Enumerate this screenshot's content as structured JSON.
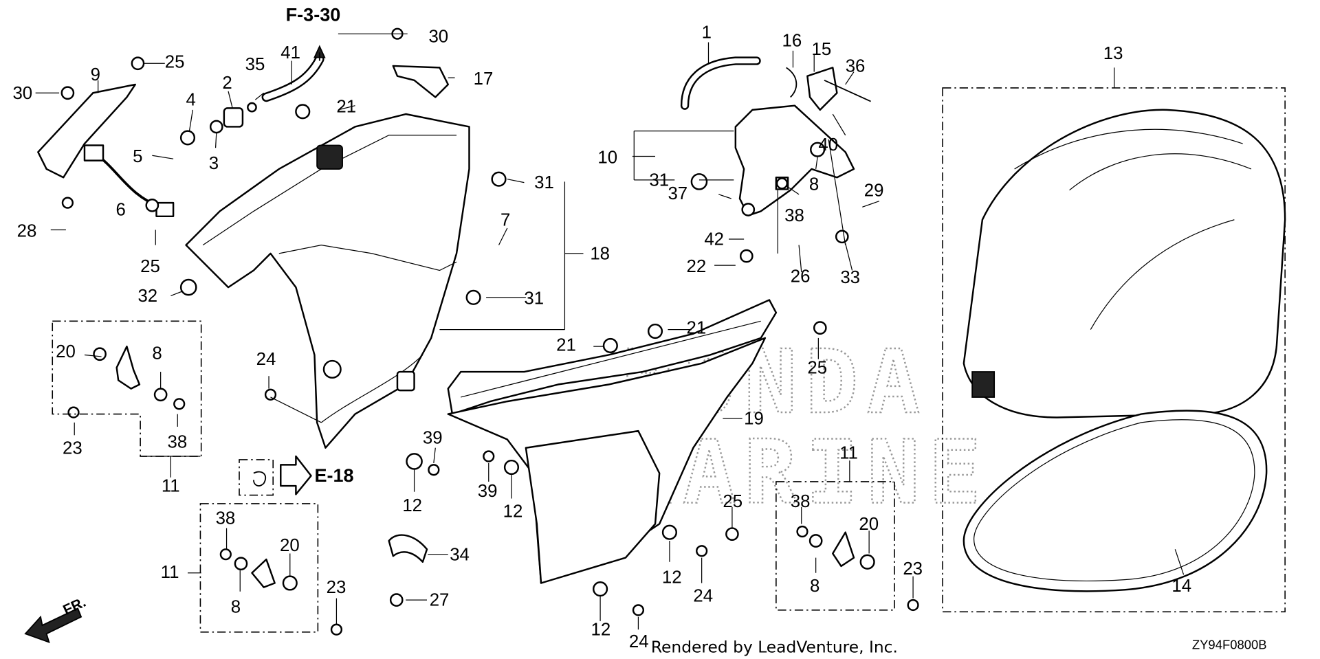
{
  "diagram": {
    "watermark": "HONDA MARINE",
    "credit": "Rendered by LeadVenture, Inc.",
    "diagram_code": "ZY94F0800B",
    "direction_label": "FR.",
    "refs": {
      "top": "F-3-30",
      "side": "E-18"
    },
    "callouts": [
      {
        "id": "c1",
        "text": "1"
      },
      {
        "id": "c2",
        "text": "2"
      },
      {
        "id": "c3",
        "text": "3"
      },
      {
        "id": "c4",
        "text": "4"
      },
      {
        "id": "c5",
        "text": "5"
      },
      {
        "id": "c6",
        "text": "6"
      },
      {
        "id": "c7",
        "text": "7"
      },
      {
        "id": "c8a",
        "text": "8"
      },
      {
        "id": "c8b",
        "text": "8"
      },
      {
        "id": "c8c",
        "text": "8"
      },
      {
        "id": "c8d",
        "text": "8"
      },
      {
        "id": "c9",
        "text": "9"
      },
      {
        "id": "c10",
        "text": "10"
      },
      {
        "id": "c11a",
        "text": "11"
      },
      {
        "id": "c11b",
        "text": "11"
      },
      {
        "id": "c11c",
        "text": "11"
      },
      {
        "id": "c12a",
        "text": "12"
      },
      {
        "id": "c12b",
        "text": "12"
      },
      {
        "id": "c12c",
        "text": "12"
      },
      {
        "id": "c12d",
        "text": "12"
      },
      {
        "id": "c13",
        "text": "13"
      },
      {
        "id": "c14",
        "text": "14"
      },
      {
        "id": "c15",
        "text": "15"
      },
      {
        "id": "c16",
        "text": "16"
      },
      {
        "id": "c17",
        "text": "17"
      },
      {
        "id": "c18",
        "text": "18"
      },
      {
        "id": "c19",
        "text": "19"
      },
      {
        "id": "c20a",
        "text": "20"
      },
      {
        "id": "c20b",
        "text": "20"
      },
      {
        "id": "c20c",
        "text": "20"
      },
      {
        "id": "c21a",
        "text": "21"
      },
      {
        "id": "c21b",
        "text": "21"
      },
      {
        "id": "c21c",
        "text": "21"
      },
      {
        "id": "c22",
        "text": "22"
      },
      {
        "id": "c23a",
        "text": "23"
      },
      {
        "id": "c23b",
        "text": "23"
      },
      {
        "id": "c23c",
        "text": "23"
      },
      {
        "id": "c24a",
        "text": "24"
      },
      {
        "id": "c24b",
        "text": "24"
      },
      {
        "id": "c24c",
        "text": "24"
      },
      {
        "id": "c25a",
        "text": "25"
      },
      {
        "id": "c25b",
        "text": "25"
      },
      {
        "id": "c25c",
        "text": "25"
      },
      {
        "id": "c25d",
        "text": "25"
      },
      {
        "id": "c26",
        "text": "26"
      },
      {
        "id": "c27",
        "text": "27"
      },
      {
        "id": "c28",
        "text": "28"
      },
      {
        "id": "c29",
        "text": "29"
      },
      {
        "id": "c30a",
        "text": "30"
      },
      {
        "id": "c30b",
        "text": "30"
      },
      {
        "id": "c31a",
        "text": "31"
      },
      {
        "id": "c31b",
        "text": "31"
      },
      {
        "id": "c31c",
        "text": "31"
      },
      {
        "id": "c32",
        "text": "32"
      },
      {
        "id": "c33",
        "text": "33"
      },
      {
        "id": "c34",
        "text": "34"
      },
      {
        "id": "c35",
        "text": "35"
      },
      {
        "id": "c36",
        "text": "36"
      },
      {
        "id": "c37",
        "text": "37"
      },
      {
        "id": "c38a",
        "text": "38"
      },
      {
        "id": "c38b",
        "text": "38"
      },
      {
        "id": "c38c",
        "text": "38"
      },
      {
        "id": "c38d",
        "text": "38"
      },
      {
        "id": "c39a",
        "text": "39"
      },
      {
        "id": "c39b",
        "text": "39"
      },
      {
        "id": "c40",
        "text": "40"
      },
      {
        "id": "c41",
        "text": "41"
      },
      {
        "id": "c42",
        "text": "42"
      }
    ]
  }
}
